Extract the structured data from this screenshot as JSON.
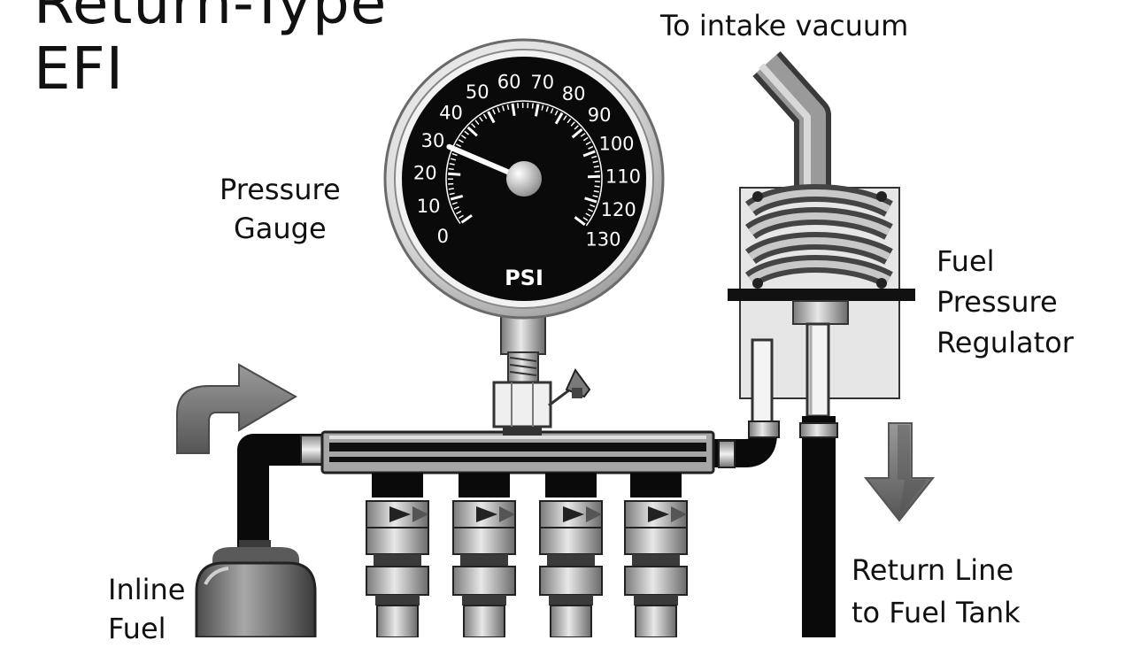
{
  "title": [
    "Return-Type",
    "EFI"
  ],
  "labels": {
    "to_intake_vacuum": "To intake vacuum",
    "pressure_gauge": [
      "Pressure",
      "Gauge"
    ],
    "fuel_pressure_regulator": [
      "Fuel",
      "Pressure",
      "Regulator"
    ],
    "return_line": [
      "Return Line",
      "to Fuel Tank"
    ],
    "inline_fuel": [
      "Inline",
      "Fuel"
    ]
  },
  "gauge": {
    "unit": "PSI",
    "scale": [
      "0",
      "10",
      "20",
      "30",
      "40",
      "50",
      "60",
      "70",
      "80",
      "90",
      "100",
      "110",
      "120",
      "130"
    ],
    "reading_psi": 30
  }
}
